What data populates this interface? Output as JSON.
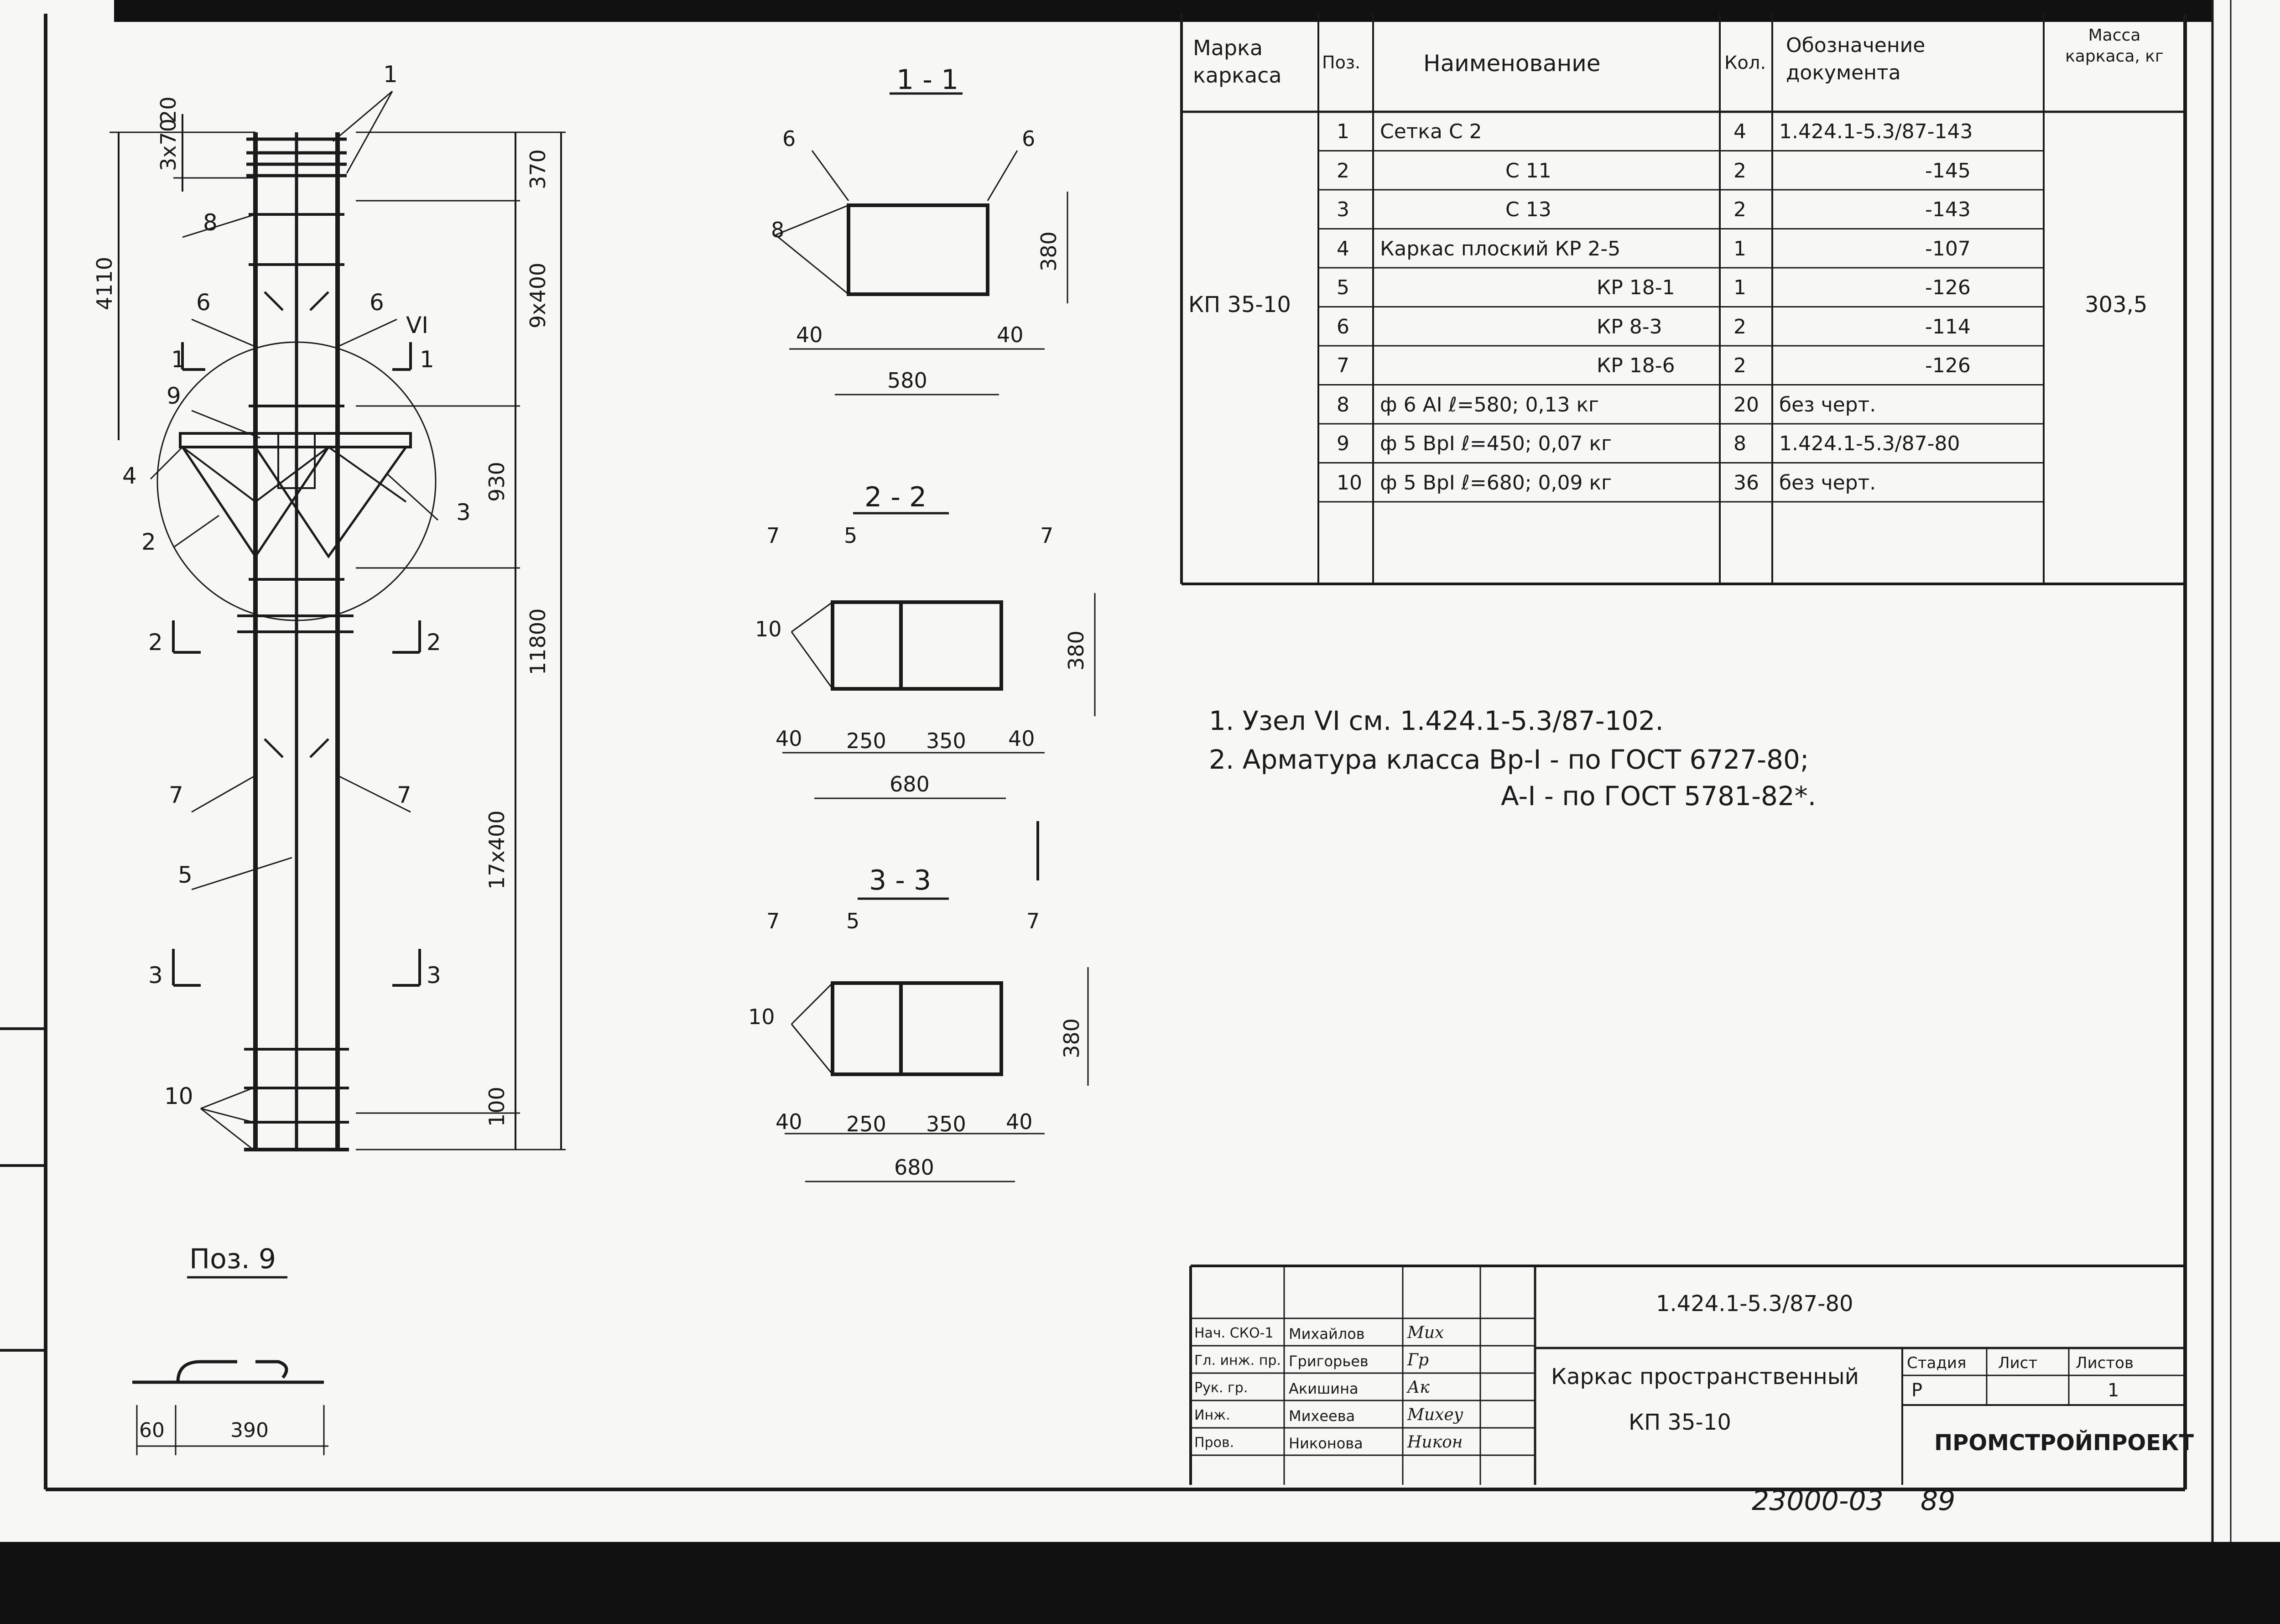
{
  "spec_table": {
    "headers": {
      "mark": "Марка каркаса",
      "pos": "Поз.",
      "name": "Наименование",
      "qty": "Кол.",
      "doc": "Обозначение документа",
      "mass": "Масса каркаса, кг"
    },
    "mark_value": "КП 35-10",
    "mass_value": "303,5",
    "rows": [
      {
        "pos": "1",
        "name": "Сетка С 2",
        "qty": "4",
        "doc": "1.424.1-5.3/87-143"
      },
      {
        "pos": "2",
        "name": "С 11",
        "qty": "2",
        "doc": "-145"
      },
      {
        "pos": "3",
        "name": "С 13",
        "qty": "2",
        "doc": "-143"
      },
      {
        "pos": "4",
        "name": "Каркас плоский КР 2-5",
        "qty": "1",
        "doc": "-107"
      },
      {
        "pos": "5",
        "name": "КР 18-1",
        "qty": "1",
        "doc": "-126"
      },
      {
        "pos": "6",
        "name": "КР 8-3",
        "qty": "2",
        "doc": "-114"
      },
      {
        "pos": "7",
        "name": "КР 18-6",
        "qty": "2",
        "doc": "-126"
      },
      {
        "pos": "8",
        "name": "ф 6 АI ℓ=580; 0,13 кг",
        "qty": "20",
        "doc": "без черт."
      },
      {
        "pos": "9",
        "name": "ф 5 ВрI ℓ=450; 0,07 кг",
        "qty": "8",
        "doc": "1.424.1-5.3/87-80"
      },
      {
        "pos": "10",
        "name": "ф 5 ВрI ℓ=680; 0,09 кг",
        "qty": "36",
        "doc": "без черт."
      }
    ]
  },
  "notes": [
    "1. Узел VI см. 1.424.1-5.3/87-102.",
    "2. Арматура класса Вр-I - по ГОСТ 6727-80;",
    "A-I - по ГОСТ 5781-82*."
  ],
  "elevation": {
    "dims_right": [
      "370",
      "9x400",
      "930",
      "11800",
      "17x400",
      "100"
    ],
    "dims_left": [
      "20",
      "3x70",
      "4110"
    ],
    "callouts": [
      "1",
      "8",
      "6",
      "6",
      "9",
      "4",
      "2",
      "3",
      "7",
      "7",
      "5",
      "10"
    ],
    "section_marks": [
      "1",
      "1",
      "2",
      "2",
      "3",
      "3"
    ],
    "node_mark": "VI"
  },
  "sections": [
    {
      "title": "1 - 1",
      "callouts": [
        "6",
        "6",
        "8"
      ],
      "height": "380",
      "left": "40",
      "right": "40",
      "total": "580"
    },
    {
      "title": "2 - 2",
      "callouts": [
        "7",
        "5",
        "7",
        "10"
      ],
      "height": "380",
      "dims": [
        "40",
        "250",
        "350",
        "40"
      ],
      "total": "680"
    },
    {
      "title": "3 - 3",
      "callouts": [
        "7",
        "5",
        "7",
        "10"
      ],
      "height": "380",
      "dims": [
        "40",
        "250",
        "350",
        "40"
      ],
      "total": "680"
    }
  ],
  "pos9": {
    "title": "Поз. 9",
    "dims": [
      "60",
      "390"
    ]
  },
  "title_block": {
    "doc_code": "1.424.1-5.3/87-80",
    "title": "Каркас пространственный",
    "subtitle": "КП 35-10",
    "stage_label": "Стадия",
    "sheet_label": "Лист",
    "sheets_label": "Листов",
    "stage_value": "Р",
    "sheets_value": "1",
    "org": "ПРОМСТРОЙПРОЕКТ",
    "roles": [
      {
        "role": "Нач. СКО-1",
        "name": "Михайлов"
      },
      {
        "role": "Гл. инж. пр.",
        "name": "Григорьев"
      },
      {
        "role": "Рук. гр.",
        "name": "Акишина"
      },
      {
        "role": "Инж.",
        "name": "Михеева"
      },
      {
        "role": "Пров.",
        "name": "Никонова"
      }
    ],
    "signatures": [
      "Мих",
      "Гр",
      "Ак",
      "Михеу",
      "Никон"
    ]
  },
  "archive_number": "23000-03",
  "page_number": "89"
}
